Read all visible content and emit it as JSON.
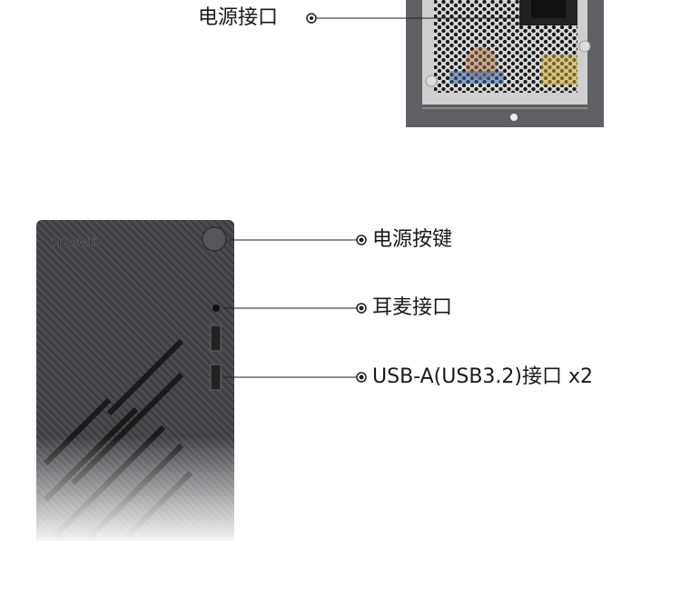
{
  "psu": {
    "label": "电源接口"
  },
  "tower": {
    "brand_logo": "HUAWEI",
    "callouts": [
      {
        "label": "电源按键"
      },
      {
        "label": "耳麦接口"
      },
      {
        "label": "USB-A(USB3.2)接口 x2"
      }
    ]
  }
}
